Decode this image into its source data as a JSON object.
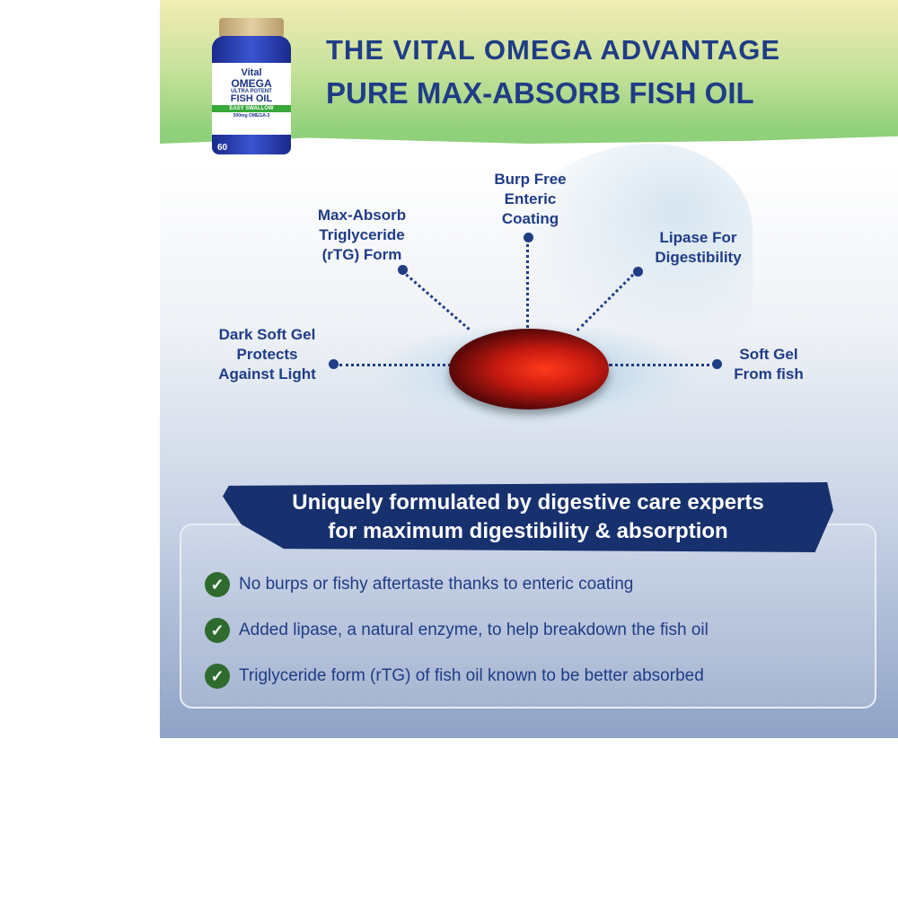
{
  "header": {
    "line1": "THE VITAL OMEGA ADVANTAGE",
    "line2": "PURE MAX-ABSORB FISH OIL"
  },
  "bottle": {
    "brand1": "Vital",
    "brand2": "OMEGA",
    "sub": "ULTRA POTENT",
    "name": "FISH OIL",
    "tag": "EASY SWALLOW",
    "dose": "500mg OMEGA-3",
    "count": "60"
  },
  "callouts": {
    "dark": [
      "Dark Soft Gel",
      "Protects",
      "Against Light"
    ],
    "rtg": [
      "Max-Absorb",
      "Triglyceride",
      "(rTG) Form"
    ],
    "burp": [
      "Burp Free",
      "Enteric",
      "Coating"
    ],
    "lipase": [
      "Lipase For",
      "Digestibility"
    ],
    "softgel": [
      "Soft Gel",
      "From fish"
    ]
  },
  "banner": {
    "line1": "Uniquely formulated by digestive care experts",
    "line2": "for maximum digestibility & absorption"
  },
  "benefits": [
    "No burps or fishy aftertaste thanks to enteric coating",
    "Added lipase, a natural enzyme, to help breakdown the fish oil",
    "Triglyceride form (rTG) of fish oil known to be better absorbed"
  ],
  "colors": {
    "navy": "#1f3c86",
    "green": "#2f6b2f"
  }
}
